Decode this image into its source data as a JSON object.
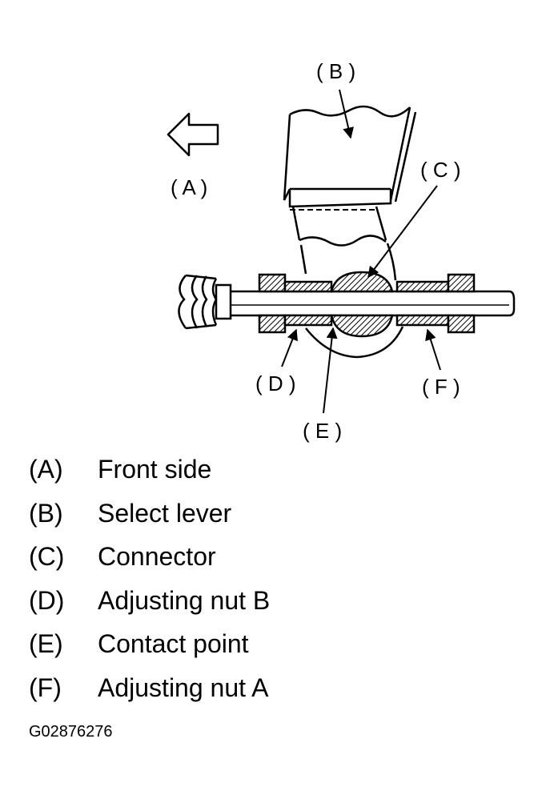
{
  "callouts": {
    "A": "( A )",
    "B": "( B )",
    "C": "( C )",
    "D": "( D )",
    "E": "( E )",
    "F": "( F )"
  },
  "legend": [
    {
      "code": "(A)",
      "text": "Front side"
    },
    {
      "code": "(B)",
      "text": "Select lever"
    },
    {
      "code": "(C)",
      "text": "Connector"
    },
    {
      "code": "(D)",
      "text": "Adjusting nut B"
    },
    {
      "code": "(E)",
      "text": "Contact point"
    },
    {
      "code": "(F)",
      "text": "Adjusting nut A"
    }
  ],
  "figure_id": "G02876276",
  "icons": {
    "direction_arrow": "arrow-left-icon"
  },
  "colors": {
    "line": "#000000",
    "background": "#ffffff"
  }
}
